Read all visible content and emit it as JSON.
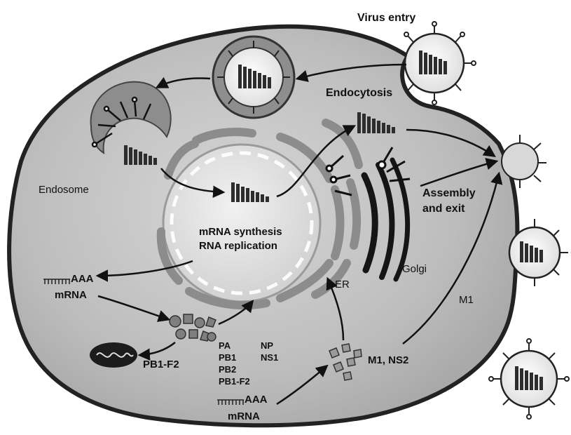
{
  "labels": {
    "virus_entry": "Virus entry",
    "endocytosis": "Endocytosis",
    "endosome": "Endosome",
    "synthesis_line1": "mRNA synthesis",
    "synthesis_line2": "RNA replication",
    "assembly_line1": "Assembly",
    "assembly_line2": "and exit",
    "er": "ER",
    "golgi": "Golgi",
    "m1": "M1",
    "mrna_poly_a_left": "AAA",
    "mrna_left": "mRNA",
    "mrna_poly_a_bottom": "AAA",
    "mrna_bottom": "mRNA",
    "pb1_f2_mito": "PB1-F2",
    "m1_ns2": "M1, NS2",
    "proteins": {
      "pa": "PA",
      "np": "NP",
      "pb1": "PB1",
      "ns1": "NS1",
      "pb2": "PB2",
      "pb1f2": "PB1-F2"
    }
  },
  "colors": {
    "cytoplasm": "#bcbcbc",
    "membrane": "#2a2a2a",
    "nucleus": "#e2e2e2",
    "endoplasmic_reticulum": "#8c8c8c",
    "virion_core": "#4a4a4a",
    "arrow": "#111111"
  }
}
